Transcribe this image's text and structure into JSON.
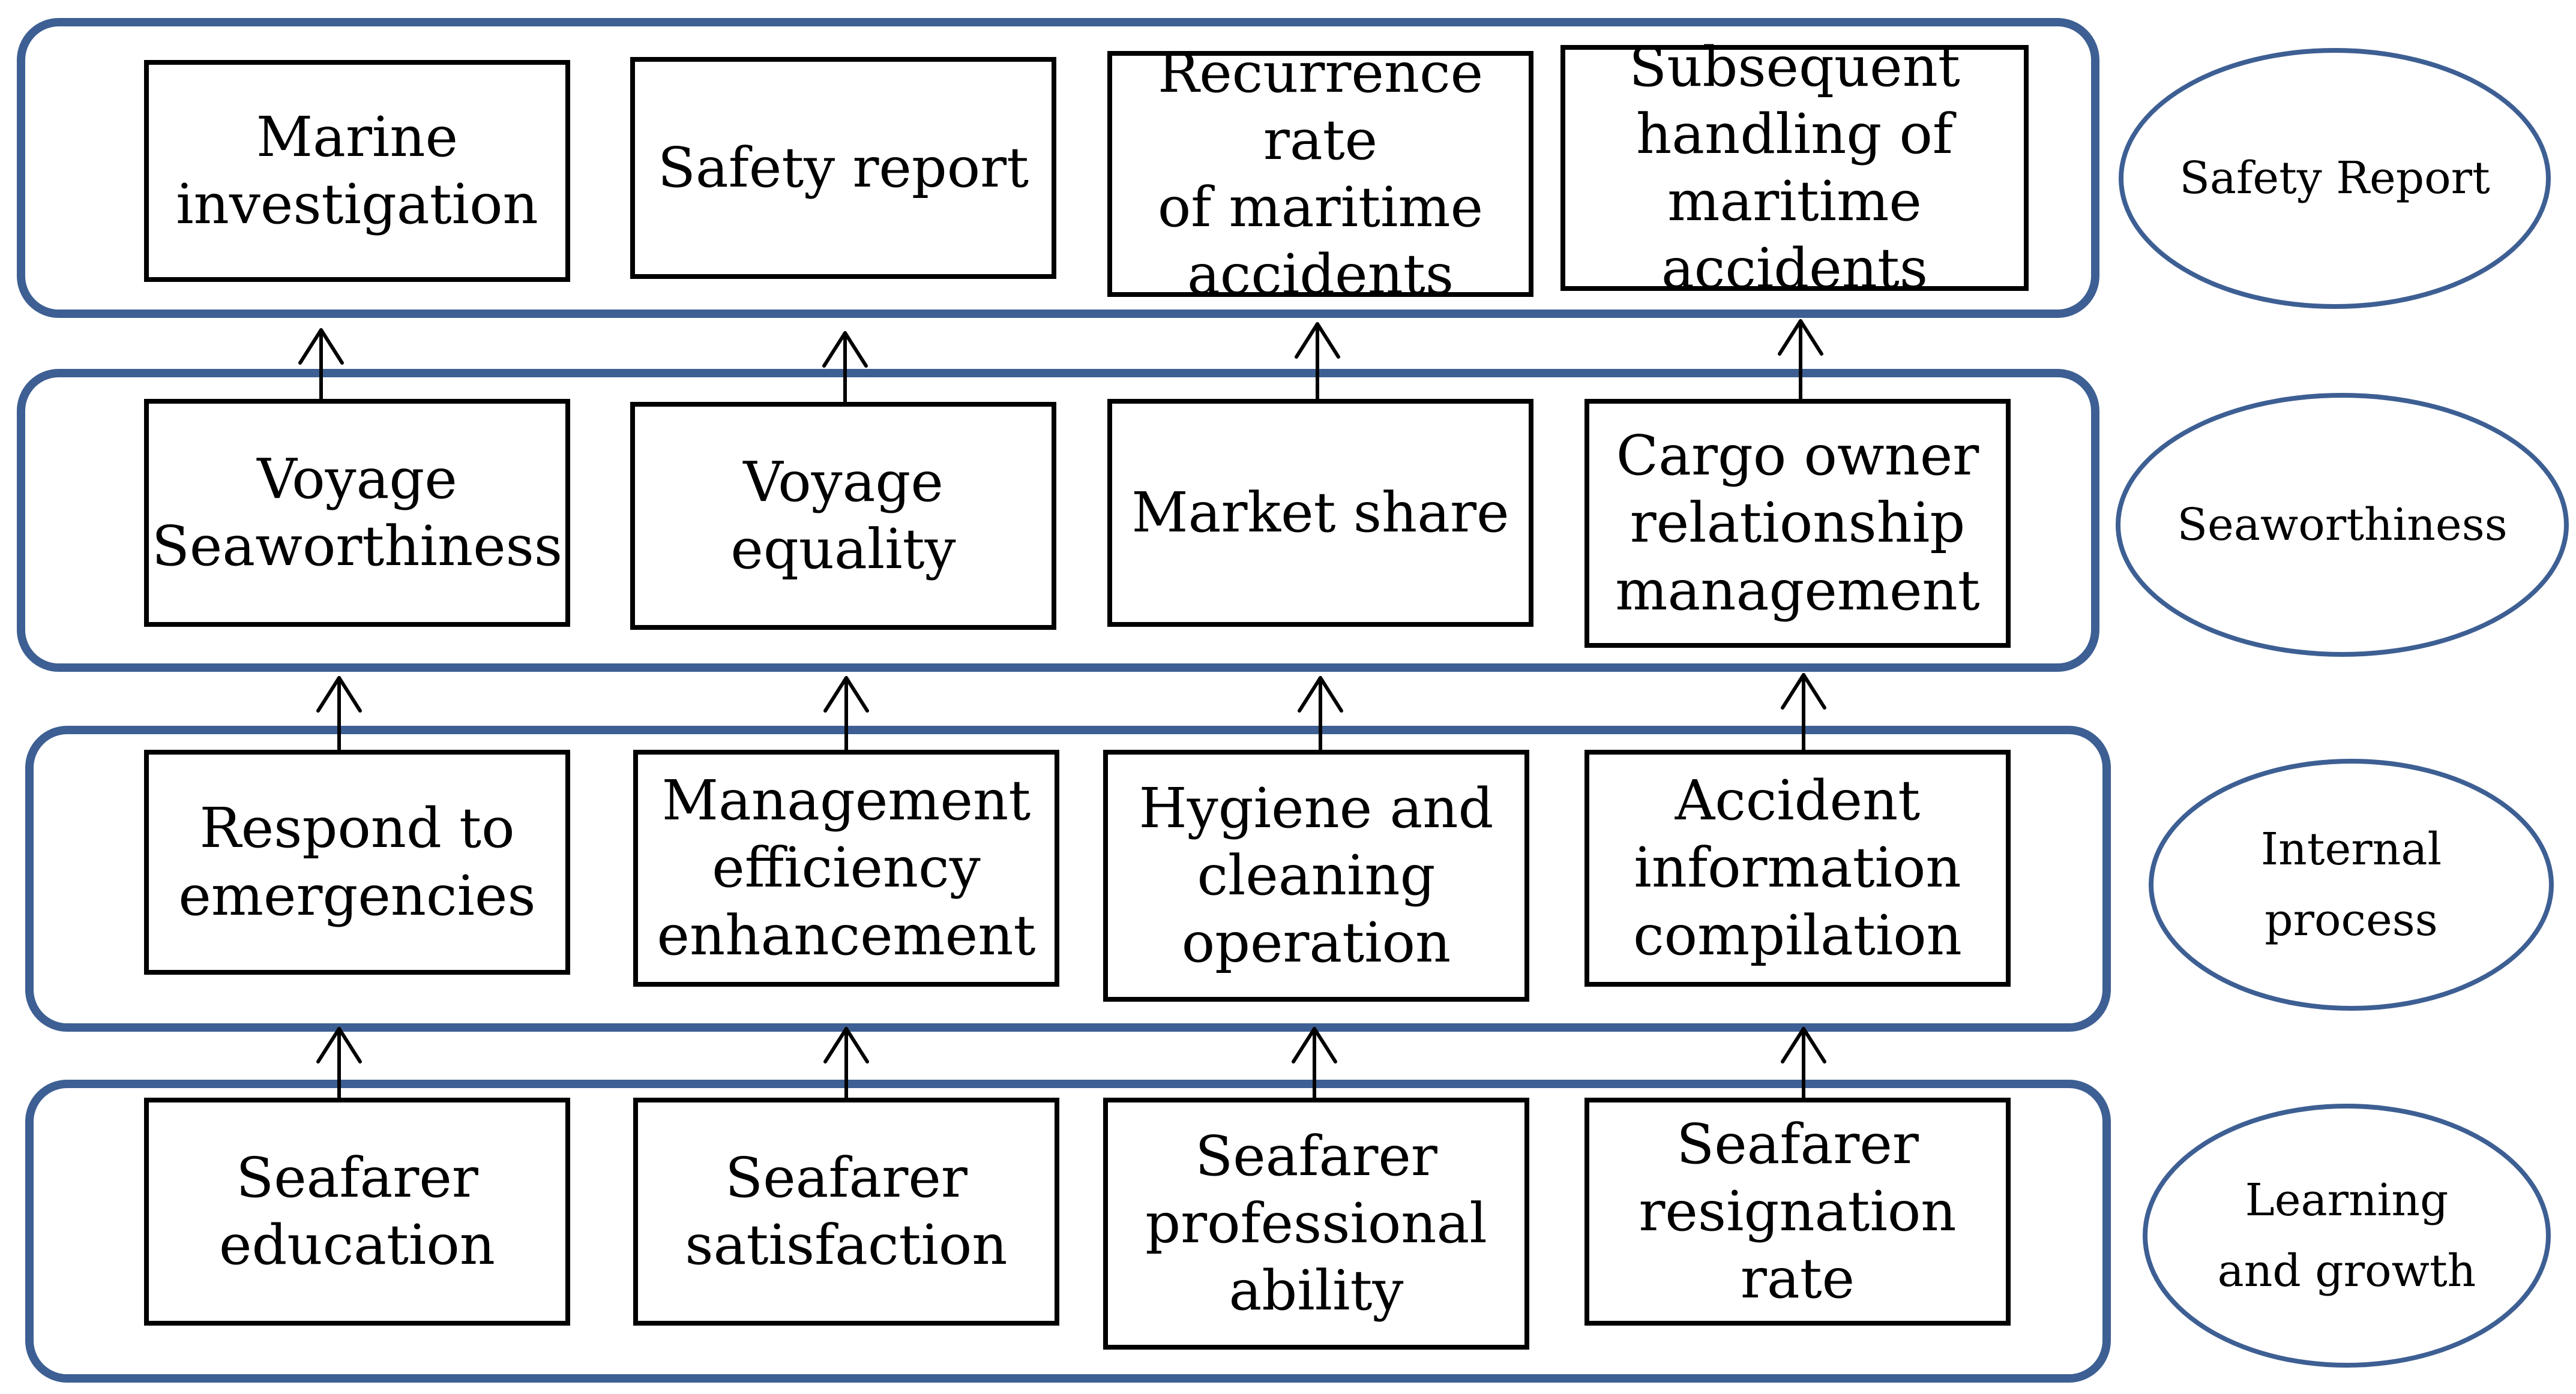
{
  "rows": [
    {
      "category": "Safety Report",
      "boxes": [
        "Marine\ninvestigation",
        "Safety report",
        "Recurrence rate\nof maritime\naccidents",
        "Subsequent\nhandling of\nmaritime accidents"
      ]
    },
    {
      "category": "Seaworthiness",
      "boxes": [
        "Voyage\nSeaworthiness",
        "Voyage equality",
        "Market share",
        "Cargo owner\nrelationship\nmanagement"
      ]
    },
    {
      "category": "Internal\nprocess",
      "boxes": [
        "Respond to\nemergencies",
        "Management\nefficiency\nenhancement",
        "Hygiene and\ncleaning\noperation",
        "Accident\ninformation\ncompilation"
      ]
    },
    {
      "category": "Learning\nand growth",
      "boxes": [
        "Seafarer\neducation",
        "Seafarer\nsatisfaction",
        "Seafarer\nprofessional\nability",
        "Seafarer\nresignation rate"
      ]
    }
  ],
  "colors": {
    "lane_border": "#3d5f93",
    "box_border": "#000000"
  }
}
